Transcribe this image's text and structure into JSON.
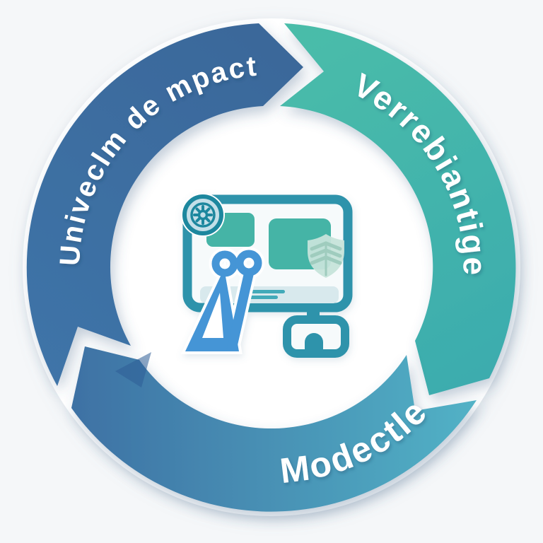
{
  "background_color": "#f5f7f9",
  "cycle": {
    "type": "circular-process-cycle",
    "direction": "clockwise",
    "segment_count": 3,
    "label_color": "#ffffff",
    "ring_base_color": "#ffffff",
    "segments": [
      {
        "id": "impact",
        "label": "Univeclm de mpact",
        "gradient": [
          "#3f74a8",
          "#3a689a"
        ],
        "position": "left-top"
      },
      {
        "id": "verify",
        "label": "Verrebiantige",
        "gradient": [
          "#4abda9",
          "#3cacae"
        ],
        "position": "right"
      },
      {
        "id": "model",
        "label": "Modectle",
        "gradient": [
          "#3e71a4",
          "#52b2c6"
        ],
        "position": "bottom"
      }
    ]
  },
  "center_icon": {
    "name": "secure-computer-illustration",
    "elements": [
      "monitor-icon",
      "gear-badge-icon",
      "shield-icon",
      "compass-tool-icon",
      "mouse-base-icon"
    ],
    "colors": {
      "monitor_teal": "#2e93ab",
      "screen_fill": "#f6fafb",
      "card_teal": "#44b4a6",
      "chin_gray": "#d8e9ed",
      "chin_line_teal": "#43aab9",
      "badge_ring_teal": "#1f879e",
      "badge_fill": "#c3dfe8",
      "shield_mint": "#c6e4da",
      "shield_detail": "#9fccbe",
      "tool_blue": "#4495d6"
    }
  }
}
